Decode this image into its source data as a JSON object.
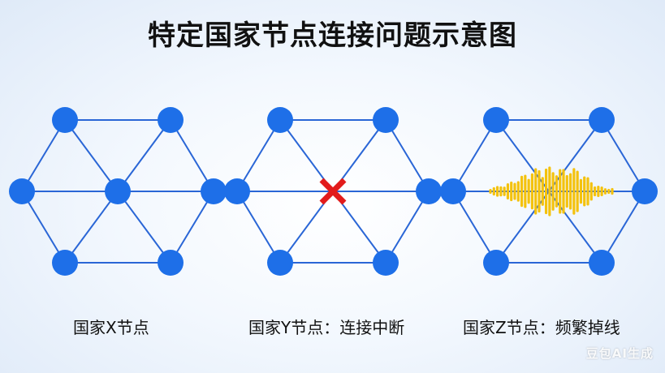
{
  "title": "特定国家节点连接问题示意图",
  "diagrams": [
    {
      "label": "国家X节点",
      "issue": "none"
    },
    {
      "label": "国家Y节点：连接中断",
      "issue": "disconnected"
    },
    {
      "label": "国家Z节点：频繁掉线",
      "issue": "unstable"
    }
  ],
  "colors": {
    "node": "#1e6fe8",
    "edge": "#2a66d6",
    "cross": "#e21b1b",
    "wave": "#f4c20d"
  },
  "icons": {
    "disconnect": "x-mark-icon",
    "unstable": "waveform-icon"
  },
  "watermark": "豆包AI生成"
}
